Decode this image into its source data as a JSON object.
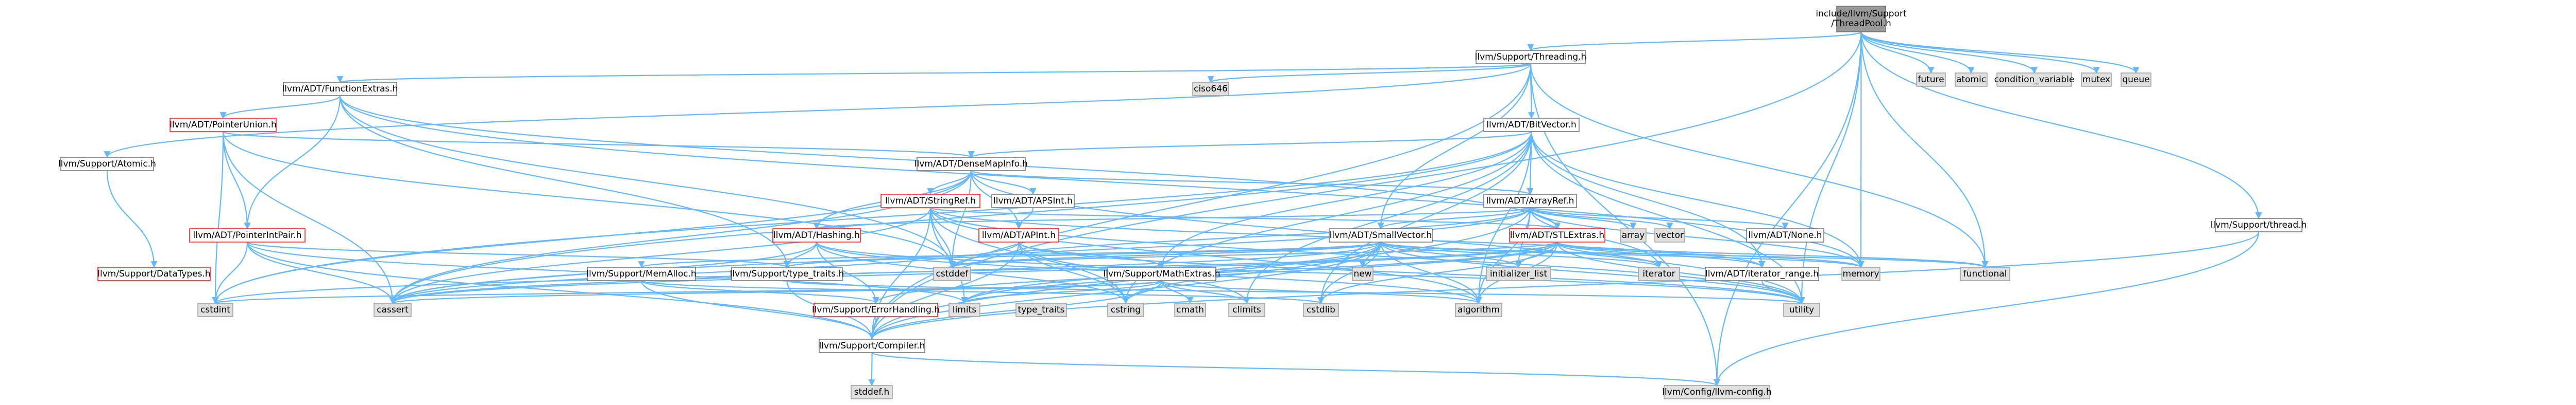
{
  "colors": {
    "node_fill": "#ffffff",
    "node_stroke": "#666666",
    "node_text": "#000000",
    "external_fill": "#e0e0e0",
    "external_stroke": "#999999",
    "root_fill": "#999999",
    "root_stroke": "#666666",
    "truncated_stroke": "#ff0000",
    "edge_color": "#63b8ff"
  },
  "nodes": [
    {
      "id": "root",
      "label": "include/llvm/Support/ThreadPool.h",
      "kind": "root"
    },
    {
      "id": "threading",
      "label": "llvm/Support/Threading.h",
      "kind": "normal"
    },
    {
      "id": "future",
      "label": "future",
      "kind": "external"
    },
    {
      "id": "atomic",
      "label": "atomic",
      "kind": "external"
    },
    {
      "id": "condvar",
      "label": "condition_variable",
      "kind": "external"
    },
    {
      "id": "mutex",
      "label": "mutex",
      "kind": "external"
    },
    {
      "id": "queue",
      "label": "queue",
      "kind": "external"
    },
    {
      "id": "funcext",
      "label": "llvm/ADT/FunctionExtras.h",
      "kind": "normal"
    },
    {
      "id": "ciso646",
      "label": "ciso646",
      "kind": "external"
    },
    {
      "id": "bitvec",
      "label": "llvm/ADT/BitVector.h",
      "kind": "normal"
    },
    {
      "id": "ptrunion",
      "label": "llvm/ADT/PointerUnion.h",
      "kind": "truncated"
    },
    {
      "id": "satomic",
      "label": "llvm/Support/Atomic.h",
      "kind": "normal"
    },
    {
      "id": "densemapinfo",
      "label": "llvm/ADT/DenseMapInfo.h",
      "kind": "normal"
    },
    {
      "id": "sthread",
      "label": "llvm/Support/thread.h",
      "kind": "normal"
    },
    {
      "id": "ptrintpair",
      "label": "llvm/ADT/PointerIntPair.h",
      "kind": "truncated"
    },
    {
      "id": "stringref",
      "label": "llvm/ADT/StringRef.h",
      "kind": "truncated"
    },
    {
      "id": "apsint",
      "label": "llvm/ADT/APSInt.h",
      "kind": "normal"
    },
    {
      "id": "arrayref",
      "label": "llvm/ADT/ArrayRef.h",
      "kind": "normal"
    },
    {
      "id": "datatypes",
      "label": "llvm/Support/DataTypes.h",
      "kind": "truncated"
    },
    {
      "id": "hashing",
      "label": "llvm/ADT/Hashing.h",
      "kind": "truncated"
    },
    {
      "id": "apint",
      "label": "llvm/ADT/APInt.h",
      "kind": "truncated"
    },
    {
      "id": "smallvec",
      "label": "llvm/ADT/SmallVector.h",
      "kind": "normal"
    },
    {
      "id": "stlextras",
      "label": "llvm/ADT/STLExtras.h",
      "kind": "truncated"
    },
    {
      "id": "memalloc",
      "label": "llvm/Support/MemAlloc.h",
      "kind": "normal"
    },
    {
      "id": "typetraits",
      "label": "llvm/Support/type_traits.h",
      "kind": "normal"
    },
    {
      "id": "mathextras",
      "label": "llvm/Support/MathExtras.h",
      "kind": "normal"
    },
    {
      "id": "errhandling",
      "label": "llvm/Support/ErrorHandling.h",
      "kind": "truncated"
    },
    {
      "id": "compiler",
      "label": "llvm/Support/Compiler.h",
      "kind": "normal"
    },
    {
      "id": "config",
      "label": "llvm/Config/llvm-config.h",
      "kind": "external"
    },
    {
      "id": "stddef",
      "label": "stddef.h",
      "kind": "external"
    },
    {
      "id": "none",
      "label": "llvm/ADT/None.h",
      "kind": "normal"
    },
    {
      "id": "iterrange",
      "label": "llvm/ADT/iterator_range.h",
      "kind": "normal"
    },
    {
      "id": "cstddef",
      "label": "cstddef",
      "kind": "external"
    },
    {
      "id": "array",
      "label": "array",
      "kind": "external"
    },
    {
      "id": "vector",
      "label": "vector",
      "kind": "external"
    },
    {
      "id": "new",
      "label": "new",
      "kind": "external"
    },
    {
      "id": "initlist",
      "label": "initializer_list",
      "kind": "external"
    },
    {
      "id": "iterator",
      "label": "iterator",
      "kind": "external"
    },
    {
      "id": "memory",
      "label": "memory",
      "kind": "external"
    },
    {
      "id": "functional",
      "label": "functional",
      "kind": "external"
    },
    {
      "id": "utility",
      "label": "utility",
      "kind": "external"
    },
    {
      "id": "cassert",
      "label": "cassert",
      "kind": "external"
    },
    {
      "id": "cstdint",
      "label": "cstdint",
      "kind": "external"
    },
    {
      "id": "limits",
      "label": "limits",
      "kind": "external"
    },
    {
      "id": "typetraitsstd",
      "label": "type_traits",
      "kind": "external"
    },
    {
      "id": "cstring",
      "label": "cstring",
      "kind": "external"
    },
    {
      "id": "cmath",
      "label": "cmath",
      "kind": "external"
    },
    {
      "id": "climits",
      "label": "climits",
      "kind": "external"
    },
    {
      "id": "cstdlib",
      "label": "cstdlib",
      "kind": "external"
    },
    {
      "id": "algorithm",
      "label": "algorithm",
      "kind": "external"
    }
  ],
  "edges": [
    [
      "root",
      "threading"
    ],
    [
      "root",
      "future"
    ],
    [
      "root",
      "atomic"
    ],
    [
      "root",
      "condvar"
    ],
    [
      "root",
      "mutex"
    ],
    [
      "root",
      "queue"
    ],
    [
      "root",
      "sthread"
    ],
    [
      "root",
      "functional"
    ],
    [
      "root",
      "config"
    ],
    [
      "root",
      "memory"
    ],
    [
      "root",
      "utility"
    ],
    [
      "root",
      "compiler"
    ],
    [
      "threading",
      "funcext"
    ],
    [
      "threading",
      "ciso646"
    ],
    [
      "threading",
      "bitvec"
    ],
    [
      "threading",
      "satomic"
    ],
    [
      "threading",
      "compiler"
    ],
    [
      "threading",
      "config"
    ],
    [
      "threading",
      "functional"
    ],
    [
      "threading",
      "smallvec"
    ],
    [
      "funcext",
      "ptrunion"
    ],
    [
      "funcext",
      "ptrintpair"
    ],
    [
      "funcext",
      "stlextras"
    ],
    [
      "funcext",
      "typetraits"
    ],
    [
      "funcext",
      "memory"
    ],
    [
      "funcext",
      "cstddef"
    ],
    [
      "bitvec",
      "densemapinfo"
    ],
    [
      "bitvec",
      "arrayref"
    ],
    [
      "bitvec",
      "iterrange"
    ],
    [
      "bitvec",
      "mathextras"
    ],
    [
      "bitvec",
      "algorithm"
    ],
    [
      "bitvec",
      "cassert"
    ],
    [
      "bitvec",
      "climits"
    ],
    [
      "bitvec",
      "cstdint"
    ],
    [
      "bitvec",
      "cstdlib"
    ],
    [
      "bitvec",
      "cstring"
    ],
    [
      "bitvec",
      "utility"
    ],
    [
      "bitvec",
      "memory"
    ],
    [
      "ptrunion",
      "densemapinfo"
    ],
    [
      "ptrunion",
      "ptrintpair"
    ],
    [
      "ptrunion",
      "cassert"
    ],
    [
      "ptrunion",
      "cstddef"
    ],
    [
      "ptrunion",
      "cstdint"
    ],
    [
      "satomic",
      "datatypes"
    ],
    [
      "densemapinfo",
      "apint"
    ],
    [
      "densemapinfo",
      "apsint"
    ],
    [
      "densemapinfo",
      "arrayref"
    ],
    [
      "densemapinfo",
      "hashing"
    ],
    [
      "densemapinfo",
      "stringref"
    ],
    [
      "densemapinfo",
      "cassert"
    ],
    [
      "densemapinfo",
      "cstddef"
    ],
    [
      "densemapinfo",
      "cstdint"
    ],
    [
      "densemapinfo",
      "tuple"
    ],
    [
      "densemapinfo",
      "utility"
    ],
    [
      "sthread",
      "config"
    ],
    [
      "sthread",
      "compiler"
    ],
    [
      "ptrintpair",
      "compiler"
    ],
    [
      "ptrintpair",
      "typetraits"
    ],
    [
      "ptrintpair",
      "cassert"
    ],
    [
      "ptrintpair",
      "cstdint"
    ],
    [
      "ptrintpair",
      "limits"
    ],
    [
      "stringref",
      "stlextras"
    ],
    [
      "stringref",
      "iterrange"
    ],
    [
      "stringref",
      "compiler"
    ],
    [
      "stringref",
      "algorithm"
    ],
    [
      "stringref",
      "cassert"
    ],
    [
      "stringref",
      "cstddef"
    ],
    [
      "stringref",
      "cstring"
    ],
    [
      "stringref",
      "limits"
    ],
    [
      "stringref",
      "type_traits"
    ],
    [
      "stringref",
      "utility"
    ],
    [
      "apsint",
      "apint"
    ],
    [
      "arrayref",
      "hashing"
    ],
    [
      "arrayref",
      "none"
    ],
    [
      "arrayref",
      "smallvec"
    ],
    [
      "arrayref",
      "stlextras"
    ],
    [
      "arrayref",
      "compiler"
    ],
    [
      "arrayref",
      "algorithm"
    ],
    [
      "arrayref",
      "array"
    ],
    [
      "arrayref",
      "cassert"
    ],
    [
      "arrayref",
      "cstddef"
    ],
    [
      "arrayref",
      "initlist"
    ],
    [
      "arrayref",
      "iterator"
    ],
    [
      "arrayref",
      "memory"
    ],
    [
      "arrayref",
      "type_traits"
    ],
    [
      "arrayref",
      "vector"
    ],
    [
      "hashing",
      "errhandling"
    ],
    [
      "hashing",
      "typetraits"
    ],
    [
      "hashing",
      "algorithm"
    ],
    [
      "hashing",
      "cassert"
    ],
    [
      "hashing",
      "cstring"
    ],
    [
      "hashing",
      "string"
    ],
    [
      "hashing",
      "tuple"
    ],
    [
      "hashing",
      "utility"
    ],
    [
      "apint",
      "compiler"
    ],
    [
      "apint",
      "mathextras"
    ],
    [
      "apint",
      "cassert"
    ],
    [
      "apint",
      "climits"
    ],
    [
      "apint",
      "cstring"
    ],
    [
      "apint",
      "utility"
    ],
    [
      "smallvec",
      "compiler"
    ],
    [
      "smallvec",
      "memalloc"
    ],
    [
      "smallvec",
      "typetraits"
    ],
    [
      "smallvec",
      "algorithm"
    ],
    [
      "smallvec",
      "cassert"
    ],
    [
      "smallvec",
      "cstddef"
    ],
    [
      "smallvec",
      "cstdlib"
    ],
    [
      "smallvec",
      "cstring"
    ],
    [
      "smallvec",
      "functional"
    ],
    [
      "smallvec",
      "initlist"
    ],
    [
      "smallvec",
      "iterator"
    ],
    [
      "smallvec",
      "limits"
    ],
    [
      "smallvec",
      "memory"
    ],
    [
      "smallvec",
      "new"
    ],
    [
      "smallvec",
      "type_traits"
    ],
    [
      "smallvec",
      "utility"
    ],
    [
      "stlextras",
      "iterrange"
    ],
    [
      "stlextras",
      "errhandling"
    ],
    [
      "stlextras",
      "algorithm"
    ],
    [
      "stlextras",
      "cassert"
    ],
    [
      "stlextras",
      "cstddef"
    ],
    [
      "stlextras",
      "cstdint"
    ],
    [
      "stlextras",
      "cstdlib"
    ],
    [
      "stlextras",
      "functional"
    ],
    [
      "stlextras",
      "initlist"
    ],
    [
      "stlextras",
      "iterator"
    ],
    [
      "stlextras",
      "limits"
    ],
    [
      "stlextras",
      "memory"
    ],
    [
      "stlextras",
      "tuple"
    ],
    [
      "stlextras",
      "type_traits"
    ],
    [
      "stlextras",
      "utility"
    ],
    [
      "memalloc",
      "compiler"
    ],
    [
      "memalloc",
      "errhandling"
    ],
    [
      "memalloc",
      "cstdlib"
    ],
    [
      "typetraits",
      "compiler"
    ],
    [
      "typetraits",
      "type_traits"
    ],
    [
      "typetraits",
      "utility"
    ],
    [
      "mathextras",
      "compiler"
    ],
    [
      "mathextras",
      "algorithm"
    ],
    [
      "mathextras",
      "cassert"
    ],
    [
      "mathextras",
      "climits"
    ],
    [
      "mathextras",
      "cmath"
    ],
    [
      "mathextras",
      "cstdint"
    ],
    [
      "mathextras",
      "cstring"
    ],
    [
      "mathextras",
      "limits"
    ],
    [
      "mathextras",
      "type_traits"
    ],
    [
      "errhandling",
      "compiler"
    ],
    [
      "compiler",
      "config"
    ],
    [
      "compiler",
      "stddef"
    ],
    [
      "iterrange",
      "utility"
    ]
  ]
}
